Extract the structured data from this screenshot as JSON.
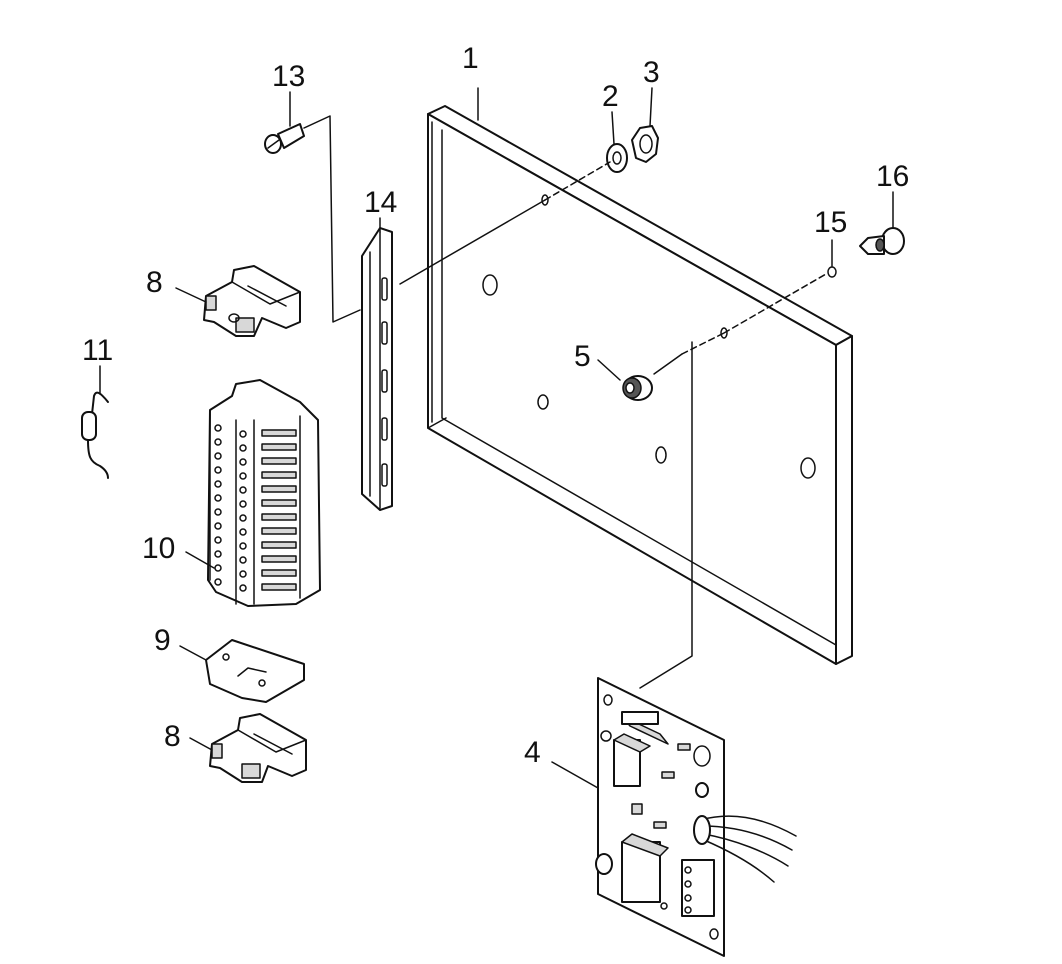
{
  "callouts": {
    "c1": "1",
    "c2": "2",
    "c3": "3",
    "c4": "4",
    "c5": "5",
    "c8a": "8",
    "c8b": "8",
    "c9": "9",
    "c10": "10",
    "c11": "11",
    "c13": "13",
    "c14": "14",
    "c15": "15",
    "c16": "16"
  }
}
